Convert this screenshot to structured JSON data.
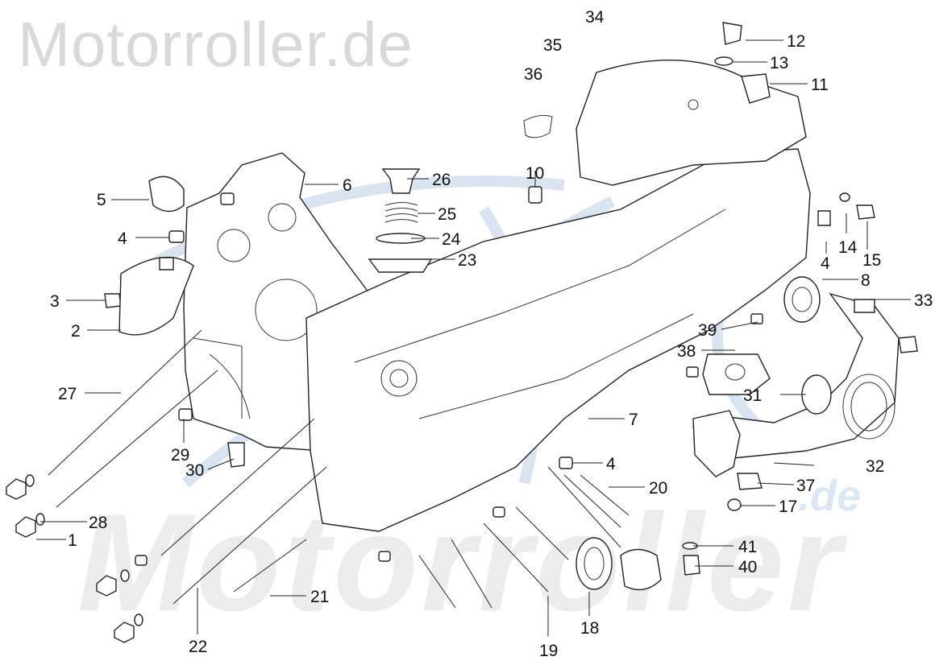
{
  "watermark": {
    "top": "Motorroller.de",
    "bottom": "Motorroller",
    "suffix": ".de"
  },
  "callouts": [
    "1",
    "2",
    "3",
    "4",
    "5",
    "6",
    "7",
    "8",
    "10",
    "11",
    "12",
    "13",
    "14",
    "15",
    "17",
    "18",
    "19",
    "20",
    "21",
    "22",
    "23",
    "24",
    "25",
    "26",
    "27",
    "28",
    "29",
    "30",
    "31",
    "32",
    "33",
    "34",
    "35",
    "36",
    "37",
    "38",
    "39",
    "40",
    "41"
  ],
  "extra_labels": [
    "4",
    "4"
  ]
}
